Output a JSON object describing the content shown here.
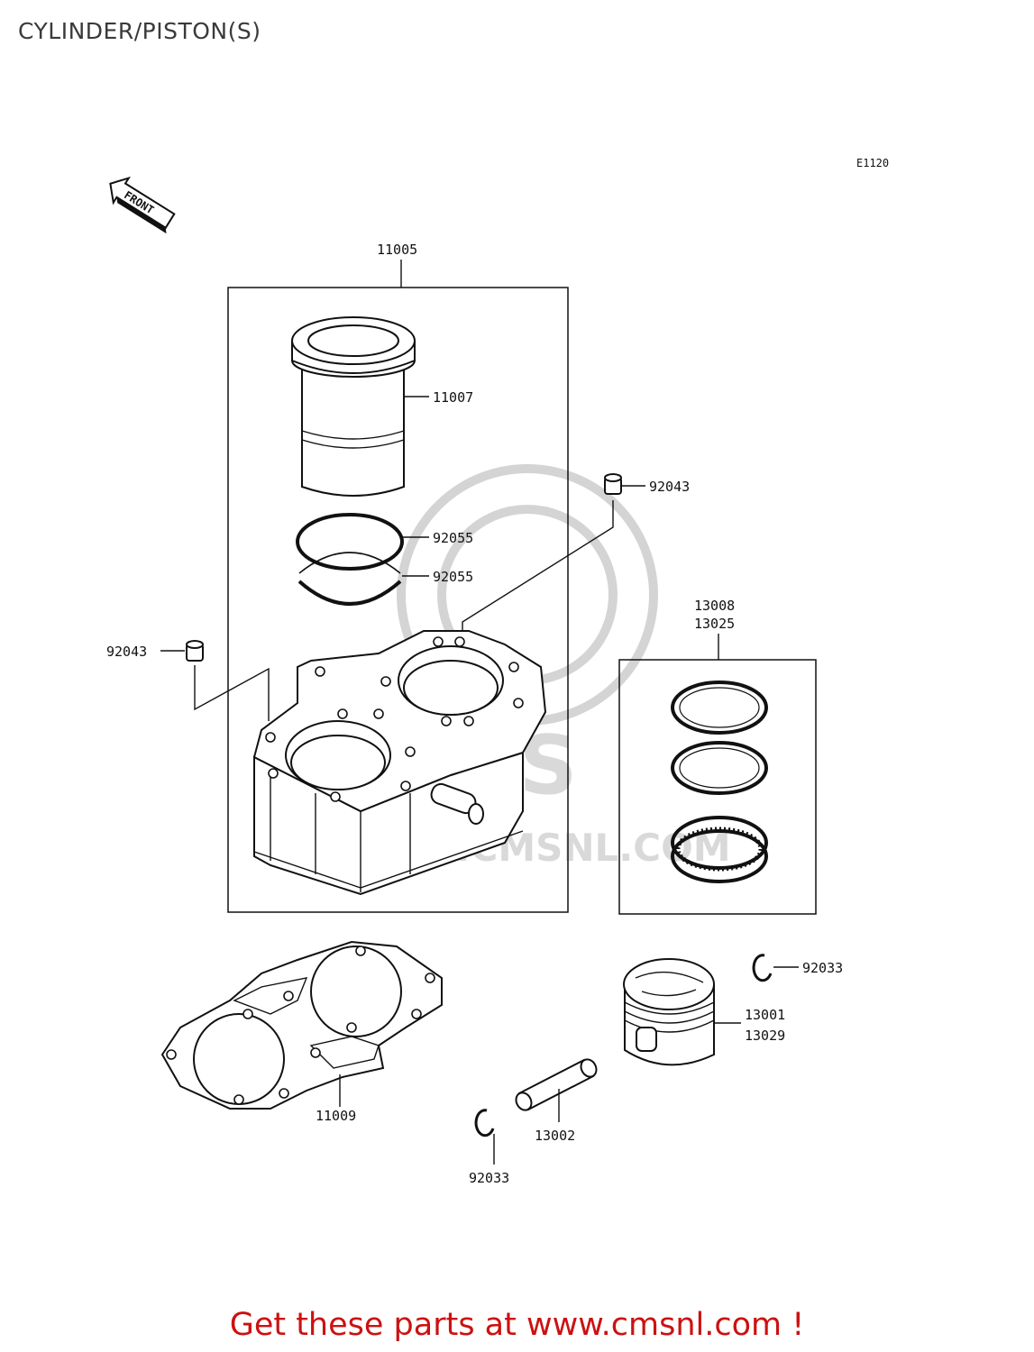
{
  "title": "CYLINDER/PISTON(S)",
  "diagram_code": "E1120",
  "front_indicator": "FRONT",
  "watermark": {
    "logo": "CMS",
    "url": "WWW.CMSNL.COM"
  },
  "callouts": {
    "cylinder_assy": "11005",
    "sleeve": "11007",
    "dowel_top": "92043",
    "oring_1": "92055",
    "oring_2": "92055",
    "dowel_left": "92043",
    "ring_set_a": "13008",
    "ring_set_b": "13025",
    "circlip_right": "92033",
    "piston_a": "13001",
    "piston_b": "13029",
    "gasket": "11009",
    "pin": "13002",
    "circlip_bottom": "92033"
  },
  "footer": "Get these parts at www.cmsnl.com !"
}
